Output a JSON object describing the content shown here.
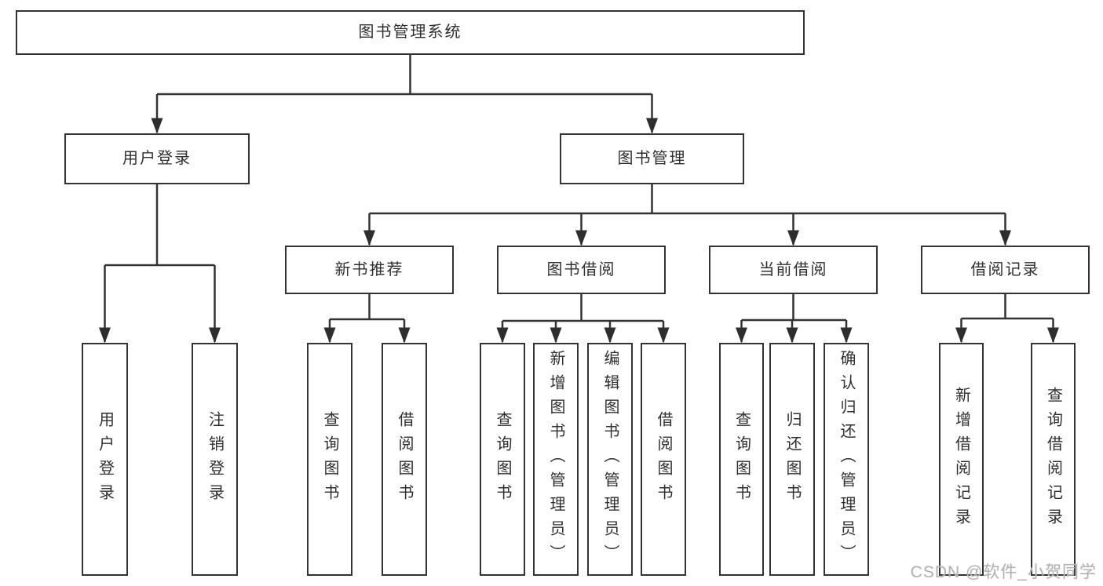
{
  "diagram": {
    "title": "图书管理系统",
    "nodes": [
      {
        "id": "root",
        "label": "图书管理系统",
        "level": 1,
        "parent": null,
        "orientation": "horizontal"
      },
      {
        "id": "login",
        "label": "用户登录",
        "level": 2,
        "parent": "root",
        "orientation": "horizontal"
      },
      {
        "id": "mgmt",
        "label": "图书管理",
        "level": 2,
        "parent": "root",
        "orientation": "horizontal"
      },
      {
        "id": "rec",
        "label": "新书推荐",
        "level": 3,
        "parent": "mgmt",
        "orientation": "horizontal"
      },
      {
        "id": "borrow",
        "label": "图书借阅",
        "level": 3,
        "parent": "mgmt",
        "orientation": "horizontal"
      },
      {
        "id": "current",
        "label": "当前借阅",
        "level": 3,
        "parent": "mgmt",
        "orientation": "horizontal"
      },
      {
        "id": "record",
        "label": "借阅记录",
        "level": 3,
        "parent": "mgmt",
        "orientation": "horizontal"
      },
      {
        "id": "login-user",
        "label": "用户登录",
        "level": 4,
        "parent": "login",
        "orientation": "vertical"
      },
      {
        "id": "login-out",
        "label": "注销登录",
        "level": 4,
        "parent": "login",
        "orientation": "vertical"
      },
      {
        "id": "rec-query",
        "label": "查询图书",
        "level": 4,
        "parent": "rec",
        "orientation": "vertical"
      },
      {
        "id": "rec-borrow",
        "label": "借阅图书",
        "level": 4,
        "parent": "rec",
        "orientation": "vertical"
      },
      {
        "id": "bor-query",
        "label": "查询图书",
        "level": 4,
        "parent": "borrow",
        "orientation": "vertical"
      },
      {
        "id": "bor-add",
        "label": "新增图书（管理员）",
        "level": 4,
        "parent": "borrow",
        "orientation": "vertical"
      },
      {
        "id": "bor-edit",
        "label": "编辑图书（管理员）",
        "level": 4,
        "parent": "borrow",
        "orientation": "vertical"
      },
      {
        "id": "bor-borrow",
        "label": "借阅图书",
        "level": 4,
        "parent": "borrow",
        "orientation": "vertical"
      },
      {
        "id": "cur-query",
        "label": "查询图书",
        "level": 4,
        "parent": "current",
        "orientation": "vertical"
      },
      {
        "id": "cur-return",
        "label": "归还图书",
        "level": 4,
        "parent": "current",
        "orientation": "vertical"
      },
      {
        "id": "cur-confirm",
        "label": "确认归还（管理员）",
        "level": 4,
        "parent": "current",
        "orientation": "vertical"
      },
      {
        "id": "recd-add",
        "label": "新增借阅记录",
        "level": 4,
        "parent": "record",
        "orientation": "vertical"
      },
      {
        "id": "recd-query",
        "label": "查询借阅记录",
        "level": 4,
        "parent": "record",
        "orientation": "vertical"
      }
    ]
  },
  "watermark": "CSDN @软件_小贺同学",
  "colors": {
    "line": "#333333",
    "arrow": "#2e2e2e",
    "box_border": "#333333",
    "box_fill": "#ffffff",
    "text": "#2f2f2f",
    "watermark": "#b3b3b3",
    "background": "#ffffff"
  }
}
